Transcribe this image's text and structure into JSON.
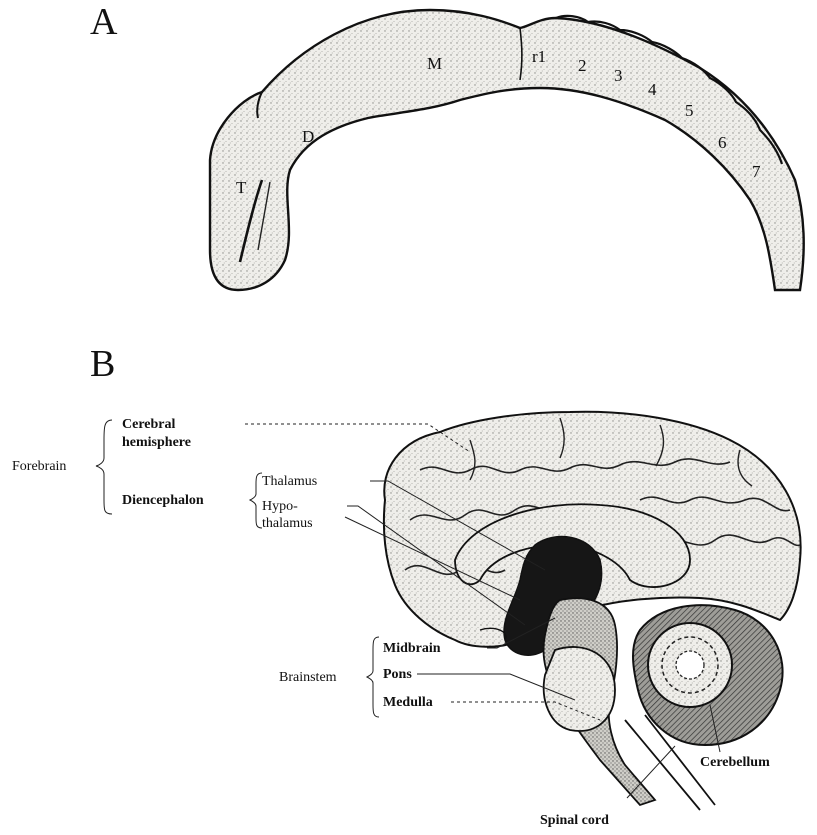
{
  "panel_a": {
    "letter": "A",
    "segments": {
      "telencephalon": "T",
      "diencephalon": "D",
      "mesencephalon": "M",
      "r1": "r1",
      "r2": "2",
      "r3": "3",
      "r4": "4",
      "r5": "5",
      "r6": "6",
      "r7": "7"
    }
  },
  "panel_b": {
    "letter": "B",
    "labels": {
      "forebrain": "Forebrain",
      "cerebral_hemisphere_line1": "Cerebral",
      "cerebral_hemisphere_line2": "hemisphere",
      "diencephalon": "Diencephalon",
      "thalamus": "Thalamus",
      "hypothalamus_line1": "Hypo-",
      "hypothalamus_line2": "thalamus",
      "brainstem": "Brainstem",
      "midbrain": "Midbrain",
      "pons": "Pons",
      "medulla": "Medulla",
      "cerebellum": "Cerebellum",
      "spinal_cord": "Spinal cord"
    }
  },
  "colors": {
    "ink": "#111111",
    "tissue_fill": "#ecebe6",
    "stipple": "#8a8a86",
    "dark_region": "#1a1a1a"
  }
}
